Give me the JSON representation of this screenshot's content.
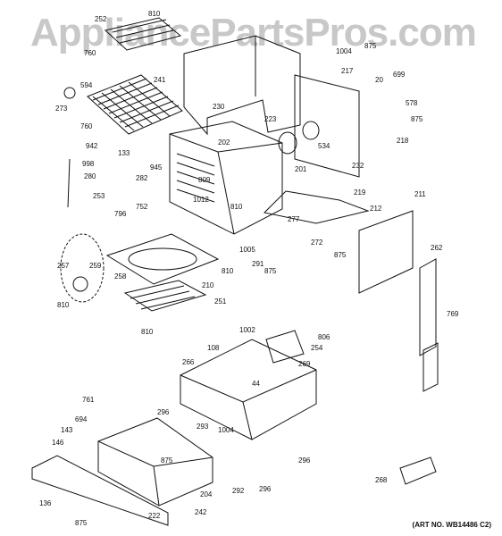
{
  "watermark": "AppliancePartsPros.com",
  "art_number": "(ART NO. WB14486 C2)",
  "callouts": [
    "252",
    "810",
    "760",
    "241",
    "594",
    "273",
    "760",
    "942",
    "998",
    "280",
    "133",
    "945",
    "253",
    "796",
    "282",
    "752",
    "809",
    "1012",
    "810",
    "230",
    "202",
    "223",
    "534",
    "201",
    "232",
    "219",
    "212",
    "277",
    "272",
    "1004",
    "875",
    "217",
    "699",
    "20",
    "578",
    "875",
    "218",
    "211",
    "875",
    "262",
    "769",
    "257",
    "259",
    "258",
    "810",
    "251",
    "810",
    "210",
    "1005",
    "291",
    "810",
    "875",
    "1002",
    "806",
    "254",
    "269",
    "108",
    "266",
    "44",
    "761",
    "694",
    "143",
    "146",
    "296",
    "293",
    "1004",
    "875",
    "204",
    "292",
    "296",
    "296",
    "136",
    "875",
    "222",
    "242",
    "268"
  ]
}
